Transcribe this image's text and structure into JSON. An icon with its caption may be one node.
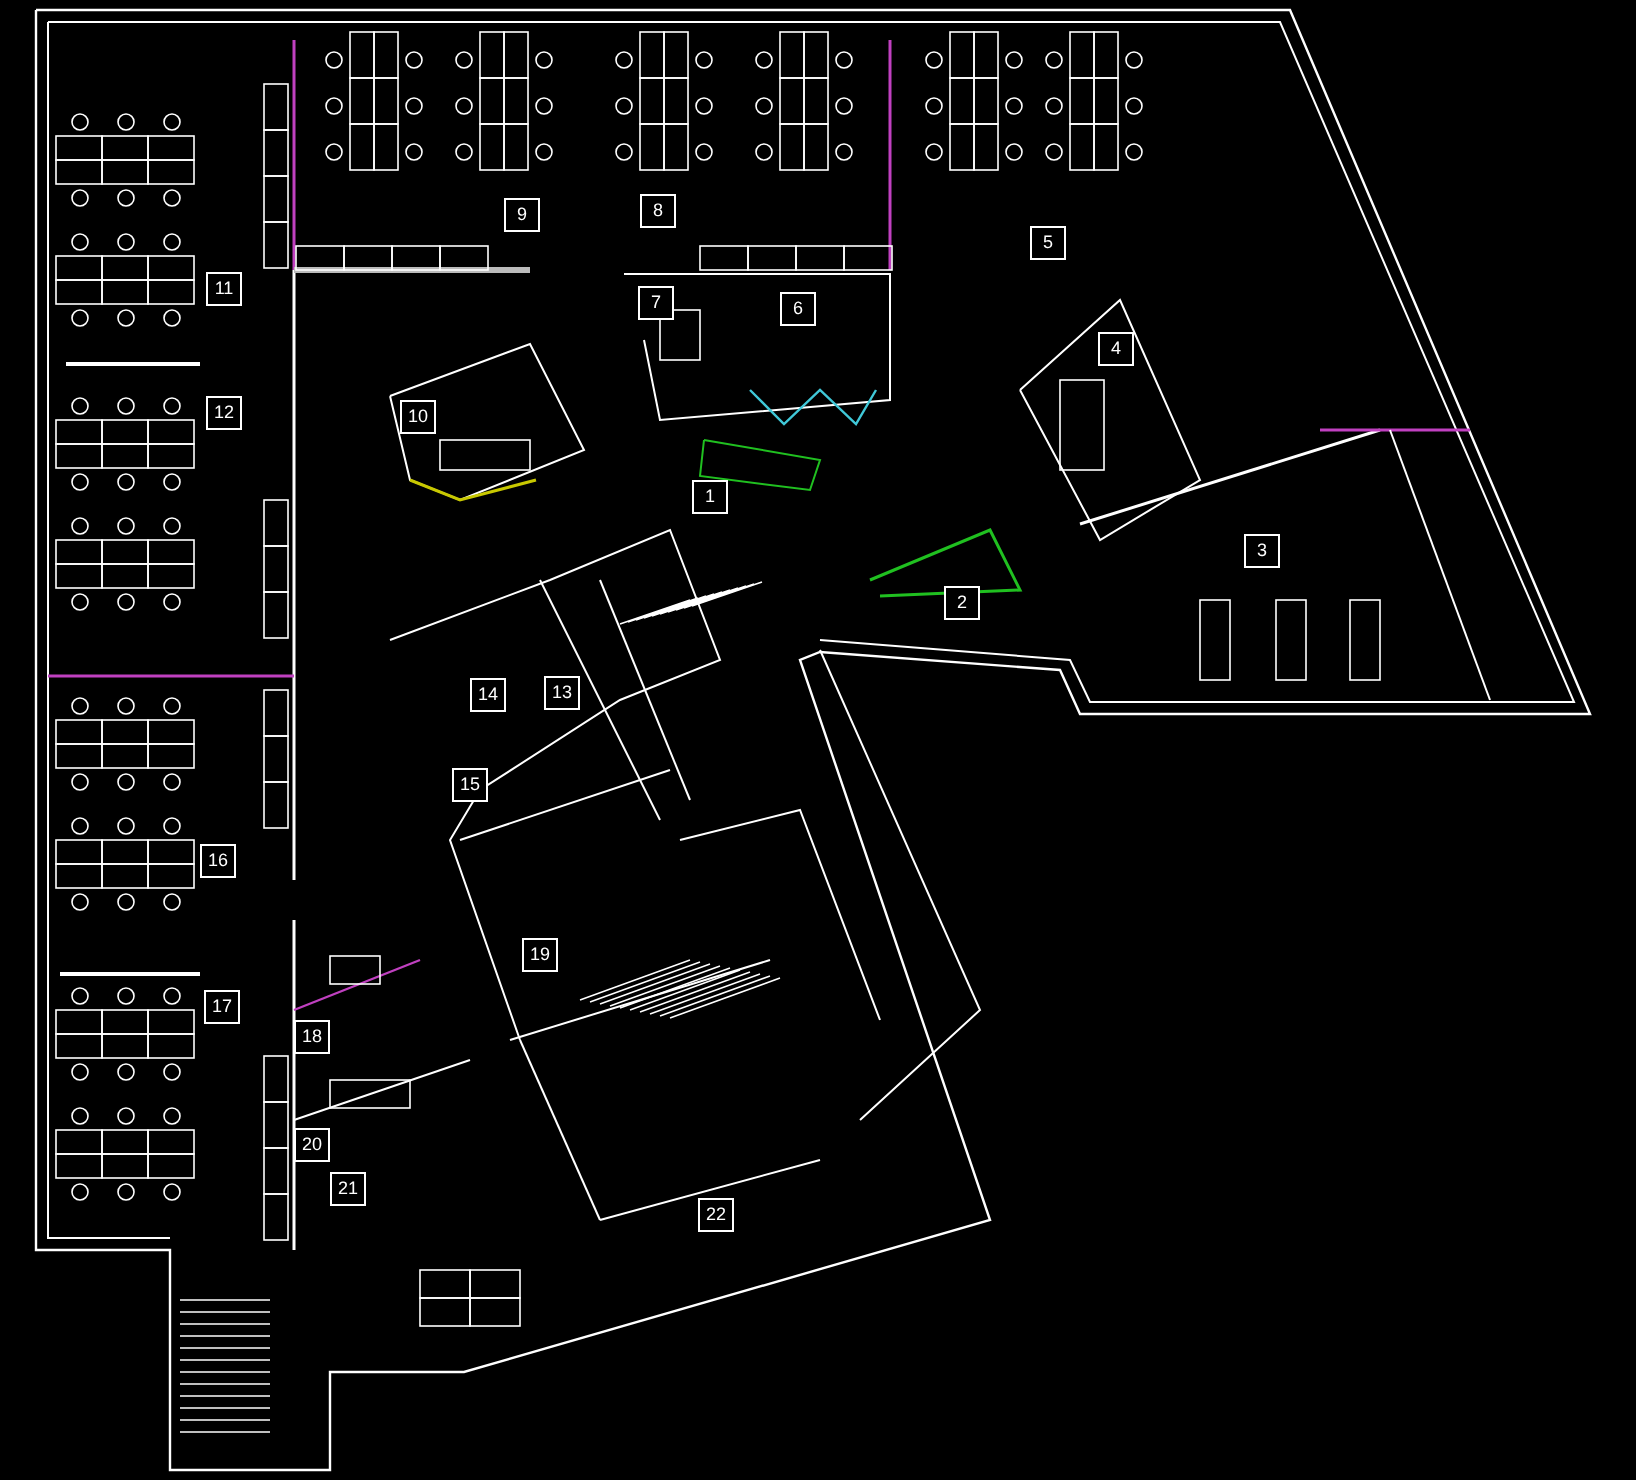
{
  "diagram": {
    "labels": [
      "9",
      "8",
      "5",
      "11",
      "7",
      "6",
      "4",
      "12",
      "10",
      "1",
      "3",
      "2",
      "14",
      "13",
      "15",
      "16",
      "19",
      "17",
      "18",
      "20",
      "21",
      "22"
    ]
  }
}
